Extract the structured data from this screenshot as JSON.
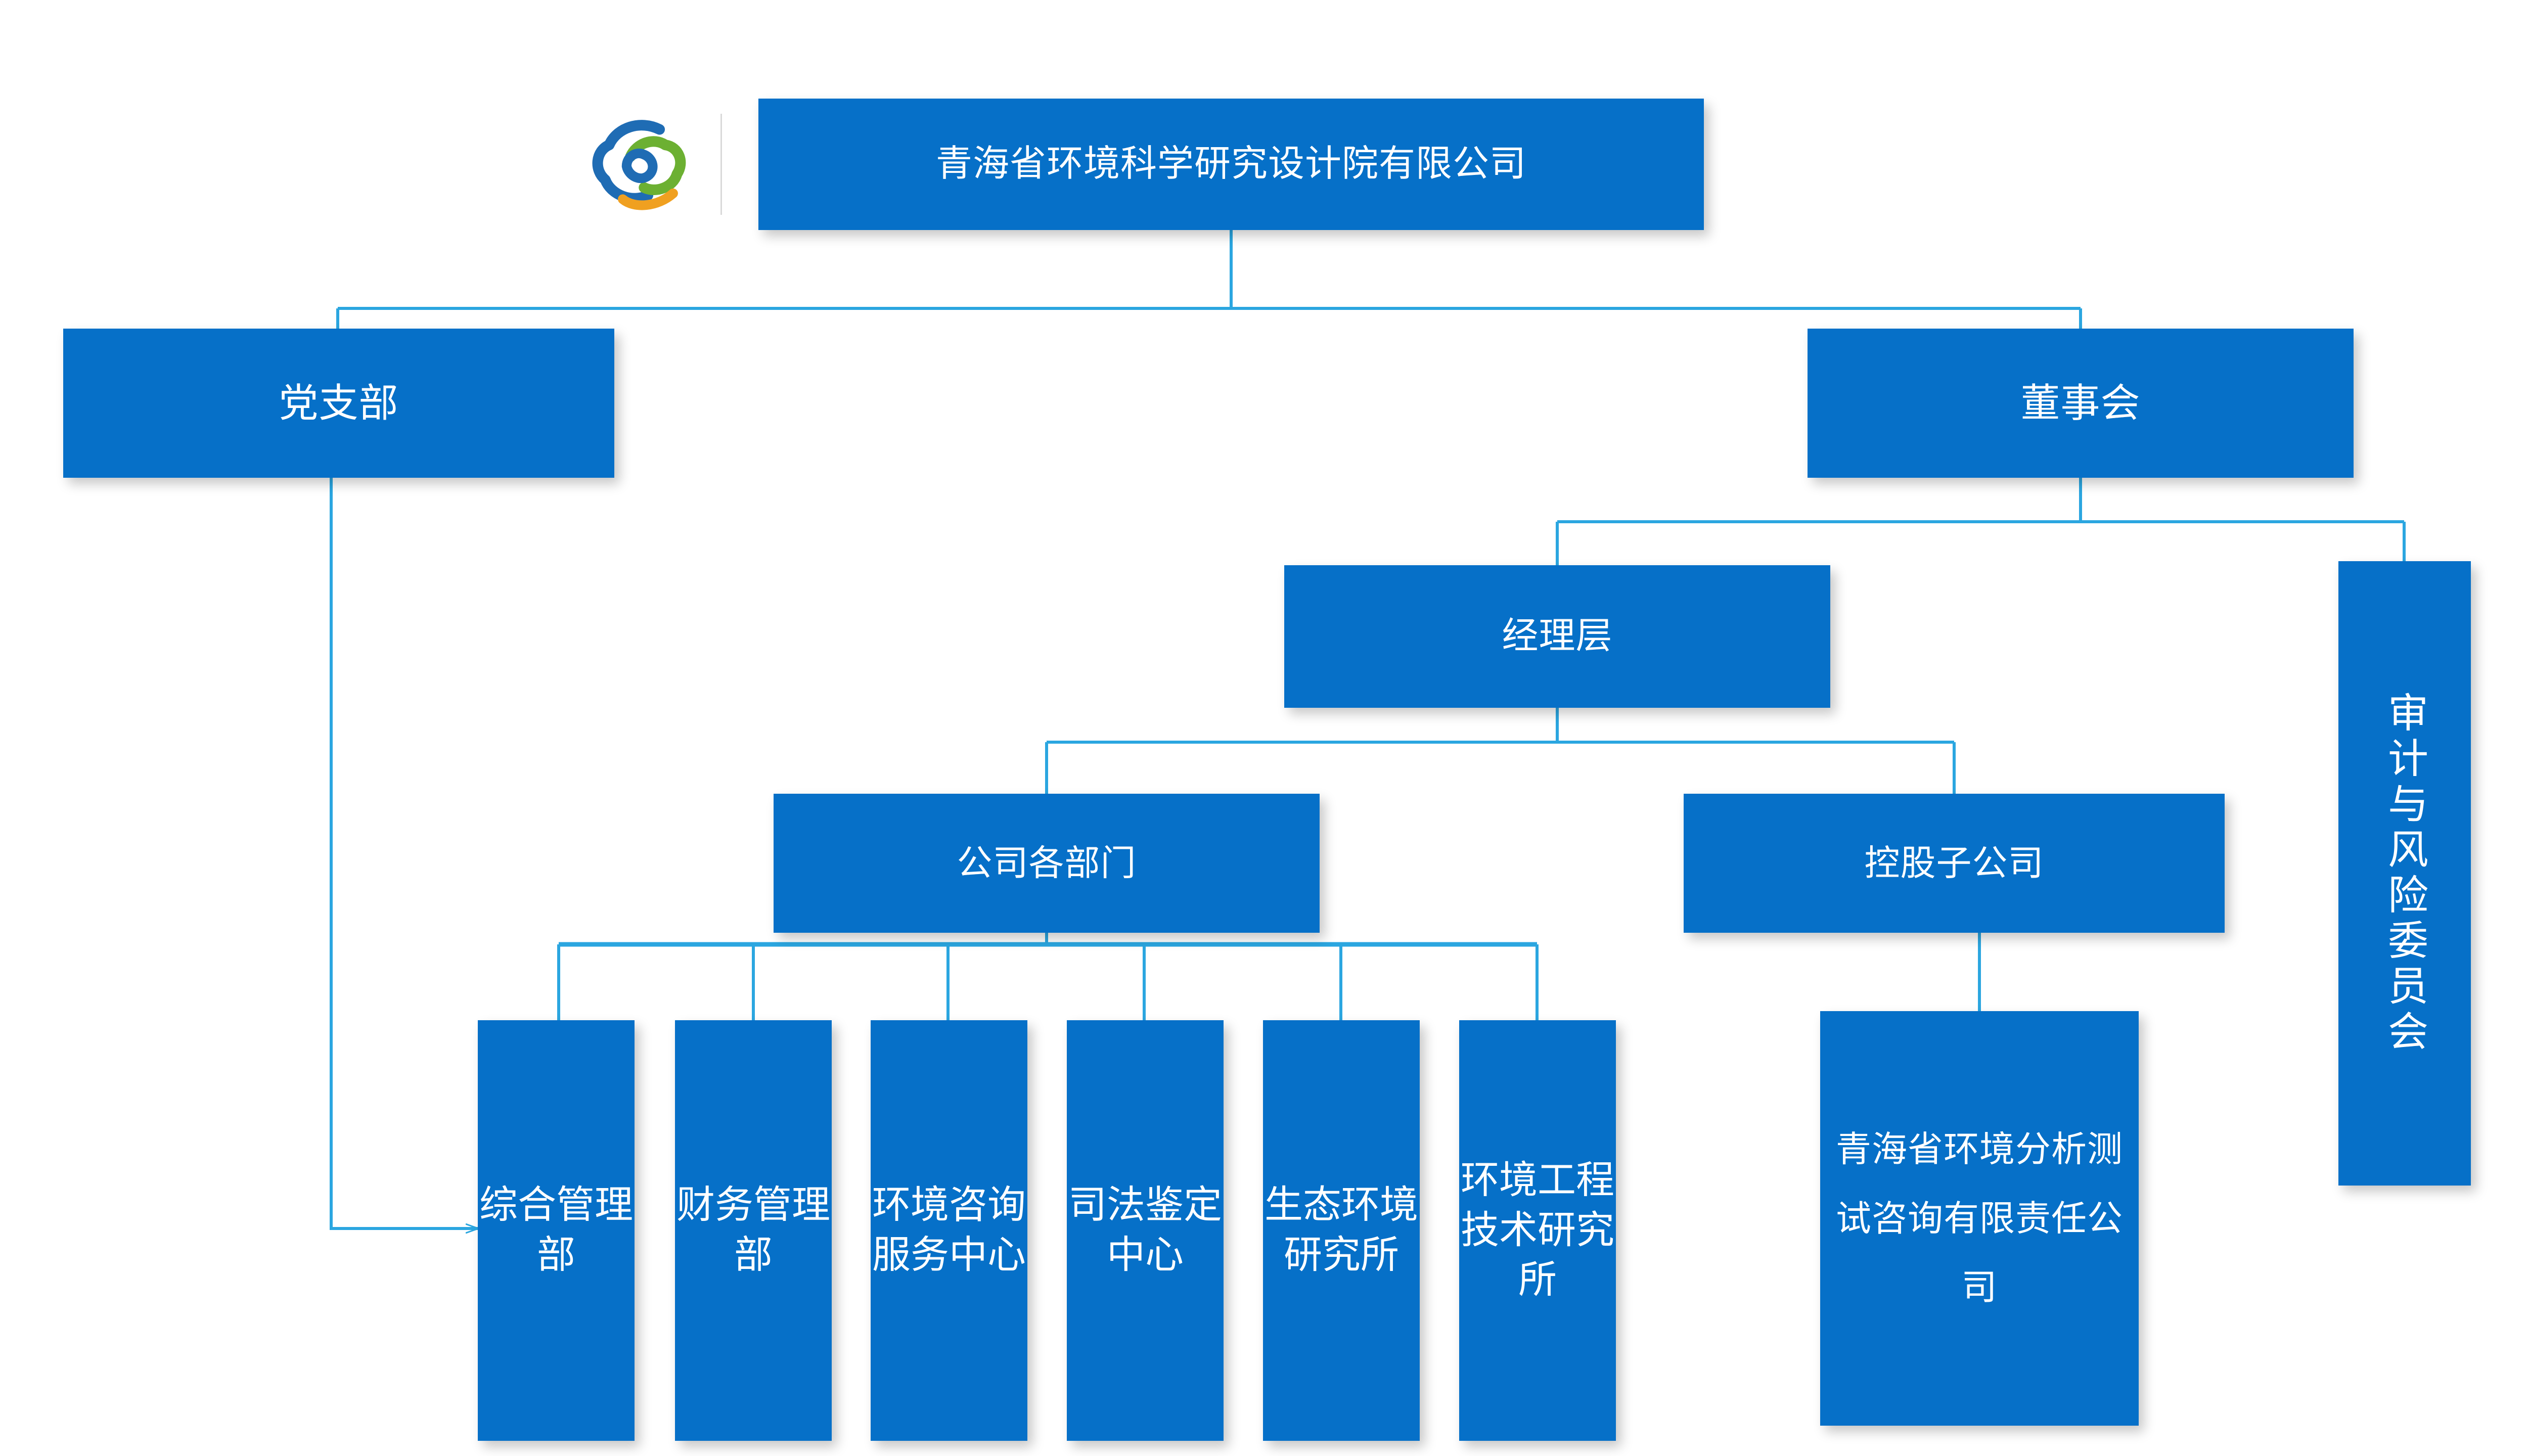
{
  "chart_data": {
    "type": "diagram",
    "title": "青海省环境科学研究设计院有限公司 组织架构图",
    "diagram_kind": "organization-chart",
    "orientation": "top-down",
    "accent_color": "#0670c8",
    "connector_color": "#2ba6e0",
    "text_color": "#ffffff",
    "background": "#ffffff",
    "nodes": [
      {
        "id": "root",
        "label": "青海省环境科学研究设计院有限公司",
        "level": 0,
        "text_dir": "horizontal"
      },
      {
        "id": "party",
        "label": "党支部",
        "level": 1,
        "text_dir": "horizontal"
      },
      {
        "id": "board",
        "label": "董事会",
        "level": 1,
        "text_dir": "horizontal"
      },
      {
        "id": "mgmt",
        "label": "经理层",
        "level": 2,
        "text_dir": "horizontal"
      },
      {
        "id": "audit",
        "label": "审计与风险委员会",
        "level": 2,
        "text_dir": "vertical"
      },
      {
        "id": "depts",
        "label": "公司各部门",
        "level": 3,
        "text_dir": "horizontal"
      },
      {
        "id": "subsid",
        "label": "控股子公司",
        "level": 3,
        "text_dir": "horizontal"
      },
      {
        "id": "dept1",
        "label": "综合管理部",
        "level": 4,
        "text_dir": "column"
      },
      {
        "id": "dept2",
        "label": "财务管理部",
        "level": 4,
        "text_dir": "column"
      },
      {
        "id": "dept3",
        "label": "环境咨询服务中心",
        "level": 4,
        "text_dir": "column"
      },
      {
        "id": "dept4",
        "label": "司法鉴定中心",
        "level": 4,
        "text_dir": "column"
      },
      {
        "id": "dept5",
        "label": "生态环境研究所",
        "level": 4,
        "text_dir": "column"
      },
      {
        "id": "dept6",
        "label": "环境工程技术研究所",
        "level": 4,
        "text_dir": "column"
      },
      {
        "id": "subsid1",
        "label": "青海省环境分析测试咨询有限责任公司",
        "level": 4,
        "text_dir": "horizontal"
      }
    ],
    "edges": [
      {
        "from": "root",
        "to": "party",
        "style": "elbow"
      },
      {
        "from": "root",
        "to": "board",
        "style": "elbow"
      },
      {
        "from": "board",
        "to": "mgmt",
        "style": "elbow"
      },
      {
        "from": "board",
        "to": "audit",
        "style": "elbow"
      },
      {
        "from": "mgmt",
        "to": "depts",
        "style": "elbow"
      },
      {
        "from": "mgmt",
        "to": "subsid",
        "style": "elbow"
      },
      {
        "from": "depts",
        "to": "dept1",
        "style": "elbow"
      },
      {
        "from": "depts",
        "to": "dept2",
        "style": "elbow"
      },
      {
        "from": "depts",
        "to": "dept3",
        "style": "elbow"
      },
      {
        "from": "depts",
        "to": "dept4",
        "style": "elbow"
      },
      {
        "from": "depts",
        "to": "dept5",
        "style": "elbow"
      },
      {
        "from": "depts",
        "to": "dept6",
        "style": "elbow"
      },
      {
        "from": "subsid",
        "to": "subsid1",
        "style": "elbow"
      },
      {
        "from": "party",
        "to": "dept1",
        "style": "elbow-arrow",
        "note": "arrow pointing right into 综合管理部"
      }
    ]
  },
  "chart": {
    "root": {
      "label": "青海省环境科学研究设计院有限公司"
    },
    "party": {
      "label": "党支部"
    },
    "board": {
      "label": "董事会"
    },
    "mgmt": {
      "label": "经理层"
    },
    "audit": {
      "label": "审计与风险委员会"
    },
    "depts": {
      "label": "公司各部门"
    },
    "subsid": {
      "label": "控股子公司"
    },
    "departments": [
      {
        "label": "综合管理部"
      },
      {
        "label": "财务管理部"
      },
      {
        "label": "环境咨询服务中心"
      },
      {
        "label": "司法鉴定中心"
      },
      {
        "label": "生态环境研究所"
      },
      {
        "label": "环境工程技术研究所"
      }
    ],
    "subsidiaries": [
      {
        "label": "青海省环境分析测试咨询有限责任公司"
      }
    ]
  },
  "branding": {
    "logo_icon": "interlocking-cloud-swirl-logo",
    "watermark_icon": "interlocking-cloud-swirl-logo-small",
    "logo_colors": {
      "blue": "#1f6cb4",
      "green": "#6cb032",
      "orange": "#f0a020"
    }
  }
}
